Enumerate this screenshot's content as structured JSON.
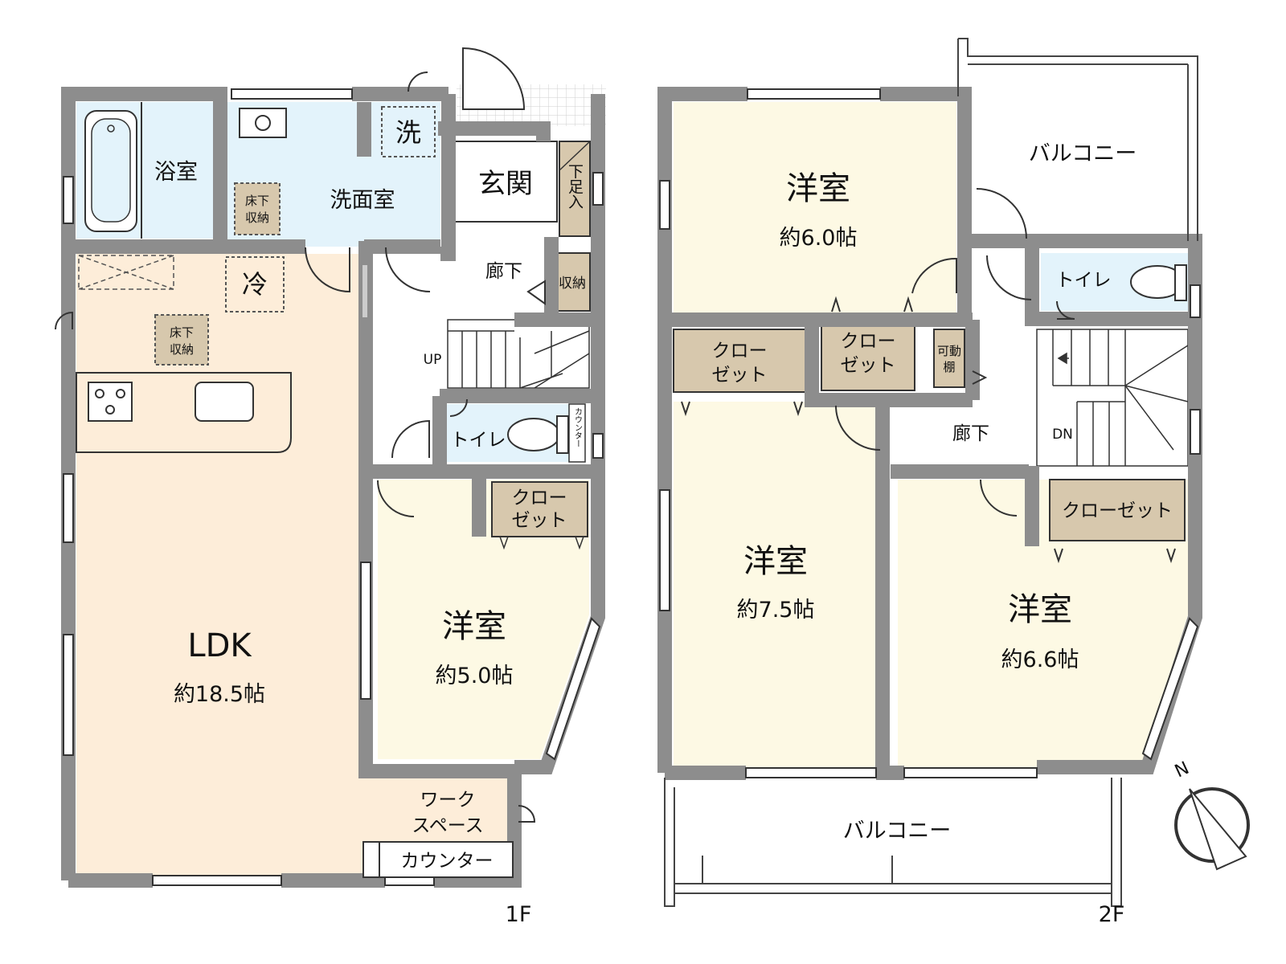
{
  "colors": {
    "wall": "#8d8d8d",
    "ldk": "#fdedd9",
    "bedroom": "#fdf9e4",
    "wet": "#e3f3fb",
    "storage": "#d7c8ad",
    "line": "#222222"
  },
  "floors": [
    {
      "id": "1F",
      "label": "1F",
      "rooms": {
        "bath": "浴室",
        "washroom": "洗面室",
        "washer": "洗",
        "entrance": "玄関",
        "shoe_storage": "下足入",
        "hallway": "廊下",
        "hall_storage": "収納",
        "underfloor_bath": [
          "床下",
          "収納"
        ],
        "underfloor_kitchen": [
          "床下",
          "収納"
        ],
        "fridge": "冷",
        "stairs_up": "UP",
        "toilet": "トイレ",
        "toilet_counter": "カウンター",
        "closet": [
          "クロー",
          "ゼット"
        ],
        "bedroom_name": "洋室",
        "bedroom_size": "約5.0帖",
        "ldk_name": "LDK",
        "ldk_size": "約18.5帖",
        "workspace": [
          "ワーク",
          "スペース"
        ],
        "counter": "カウンター"
      }
    },
    {
      "id": "2F",
      "label": "2F",
      "rooms": {
        "balcony_top": "バルコニー",
        "balcony_bottom": "バルコニー",
        "bedroom_a_name": "洋室",
        "bedroom_a_size": "約6.0帖",
        "bedroom_b_name": "洋室",
        "bedroom_b_size": "約7.5帖",
        "bedroom_c_name": "洋室",
        "bedroom_c_size": "約6.6帖",
        "closet_a": [
          "クロー",
          "ゼット"
        ],
        "closet_b": [
          "クロー",
          "ゼット"
        ],
        "movable_shelf": [
          "可動",
          "棚"
        ],
        "toilet": "トイレ",
        "hallway": "廊下",
        "stairs_down": "DN",
        "closet_c": "クローゼット"
      }
    }
  ],
  "compass": {
    "north_label": "N"
  }
}
